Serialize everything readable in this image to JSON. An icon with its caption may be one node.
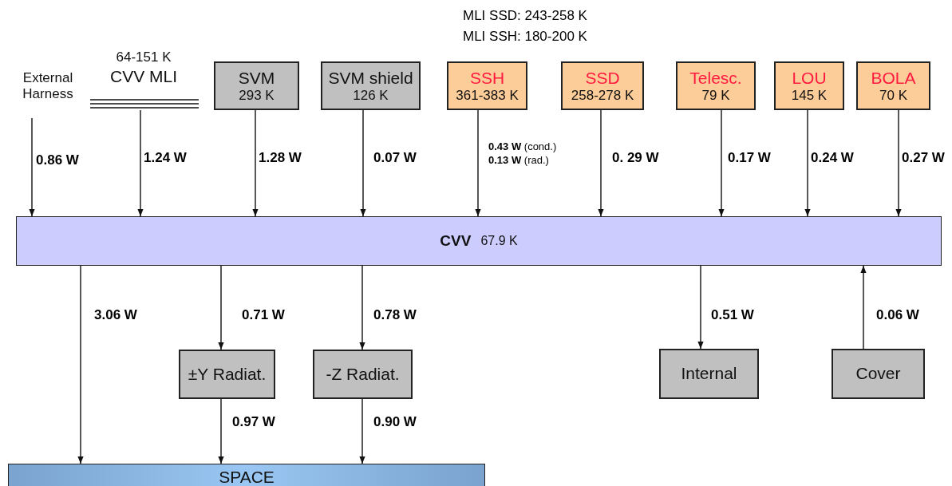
{
  "diagram": {
    "nodes": [
      {
        "text": [
          "External Harness"
        ]
      },
      {
        "text": [
          "64-151 K",
          "CVV MLI"
        ]
      },
      {
        "text": [
          "SVM",
          "293 K"
        ]
      },
      {
        "text": [
          "SVM shield",
          "126 K"
        ]
      },
      {
        "text": [
          "SSH",
          "361-383 K"
        ]
      },
      {
        "text": [
          "SSD",
          "258-278 K"
        ]
      },
      {
        "text": [
          "Telesc.",
          "79 K"
        ]
      },
      {
        "text": [
          "LOU",
          "145 K"
        ]
      },
      {
        "text": [
          "BOLA",
          "70 K"
        ]
      },
      {
        "text": [
          "CVV",
          "67.9 K"
        ]
      },
      {
        "text": [
          "±Y Radiat."
        ]
      },
      {
        "text": [
          "-Z Radiat."
        ]
      },
      {
        "text": [
          "Internal"
        ]
      },
      {
        "text": [
          "Cover"
        ]
      },
      {
        "text": [
          "SPACE"
        ]
      }
    ],
    "edges": [
      {
        "from": 0,
        "to": 9,
        "arrow": "to",
        "label": "0.86 W"
      },
      {
        "from": 1,
        "to": 9,
        "arrow": "to",
        "label": "1.24 W"
      },
      {
        "from": 2,
        "to": 9,
        "arrow": "to",
        "label": "1.28 W"
      },
      {
        "from": 3,
        "to": 9,
        "arrow": "to",
        "label": "0.07 W"
      },
      {
        "from": 4,
        "to": 9,
        "arrow": "to",
        "label": "**0.43 W** (cond.) **0.13 W** (rad.)"
      },
      {
        "from": 5,
        "to": 9,
        "arrow": "to",
        "label": "0. 29 W"
      },
      {
        "from": 6,
        "to": 9,
        "arrow": "to",
        "label": "0.17 W"
      },
      {
        "from": 7,
        "to": 9,
        "arrow": "to",
        "label": "0.24 W"
      },
      {
        "from": 8,
        "to": 9,
        "arrow": "to",
        "label": "0.27 W"
      },
      {
        "from": 9,
        "to": 14,
        "arrow": "to",
        "label": "3.06 W"
      },
      {
        "from": 9,
        "to": 10,
        "arrow": "to",
        "label": "0.71 W"
      },
      {
        "from": 9,
        "to": 11,
        "arrow": "to",
        "label": "0.78 W"
      },
      {
        "from": 9,
        "to": 12,
        "arrow": "to",
        "label": "0.51 W"
      },
      {
        "from": 13,
        "to": 9,
        "arrow": "to",
        "label": "0.06 W"
      },
      {
        "from": 10,
        "to": 14,
        "arrow": "to",
        "label": "0.97 W"
      },
      {
        "from": 11,
        "to": 14,
        "arrow": "to",
        "label": "0.90 W"
      }
    ],
    "labels": [
      "MLI SSD: 243-258 K",
      "MLI SSH: 180-200 K"
    ]
  }
}
